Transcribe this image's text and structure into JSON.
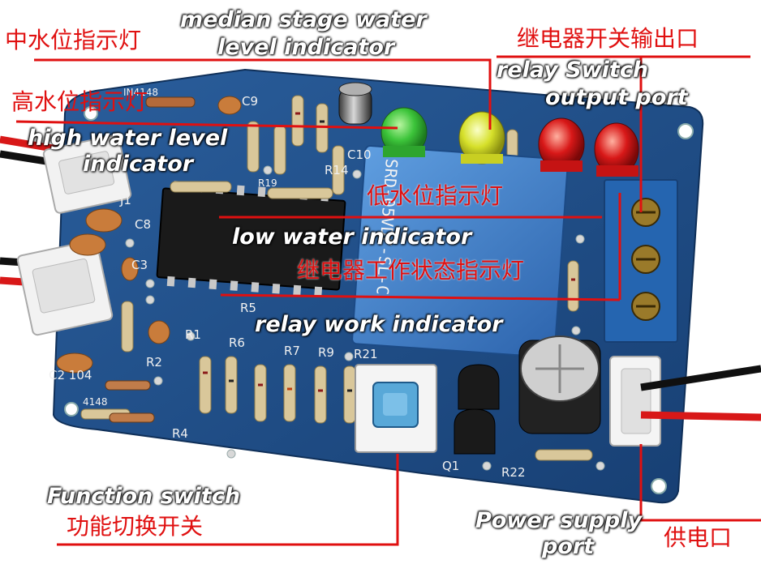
{
  "labels": {
    "median_en_line1": "median stage water",
    "median_en_line2": "level indicator",
    "median_cn": "中水位指示灯",
    "high_cn": "高水位指示灯",
    "high_en_line1": "high water level",
    "high_en_line2": "indicator",
    "relay_switch_cn": "继电器开关输出口",
    "relay_switch_en_line1": "relay Switch",
    "relay_switch_en_line2": "output port",
    "low_cn": "低水位指示灯",
    "low_en": "low water indicator",
    "relay_work_cn": "继电器工作状态指示灯",
    "relay_work_en": "relay work indicator",
    "function_en": "Function switch",
    "function_cn": "功能切换开关",
    "power_en_line1": "Power supply",
    "power_en_line2": "port",
    "power_cn": "供电口"
  },
  "board_markings": {
    "relay_model": "SRD-05VDC-SL-C",
    "r1": "R1",
    "r2": "R2",
    "r4": "R4",
    "r5": "R5",
    "r6": "R6",
    "r7": "R7",
    "r9": "R9",
    "r14": "R14",
    "r19": "R19",
    "r21": "R21",
    "r22": "R22",
    "c2": "C2 104",
    "c3": "C3",
    "c8": "C8",
    "c9": "C9",
    "c10": "C10",
    "q1": "Q1",
    "j1": "J1",
    "diode": "IN4148",
    "diode2": "4148"
  },
  "colors": {
    "label_red": "#e01010",
    "pcb_blue": "#1e4f8c",
    "led_green": "#39c23a",
    "led_yellow": "#d8e02a",
    "led_red": "#d81818",
    "terminal_blue": "#2565b0",
    "relay_blue": "#3b7fd0"
  }
}
